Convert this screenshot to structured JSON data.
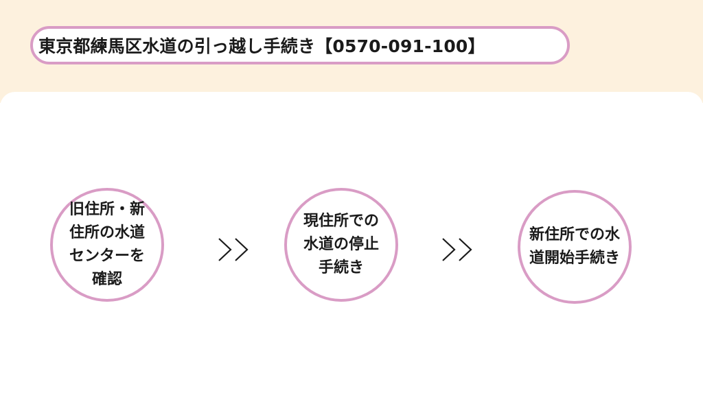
{
  "title": "東京都練馬区水道の引っ越し手続き【0570-091-100】",
  "steps": [
    {
      "label": "旧住所・新\n住所の水道\nセンターを\n確認"
    },
    {
      "label": "現住所での\n水道の停止\n手続き"
    },
    {
      "label": "新住所での水\n道開始手続き"
    }
  ],
  "colors": {
    "top_band": "#fdf1de",
    "accent_border": "#d99cc5",
    "text": "#1a1a1a"
  },
  "icons": {
    "step_arrow": "double-chevron-right-icon"
  }
}
